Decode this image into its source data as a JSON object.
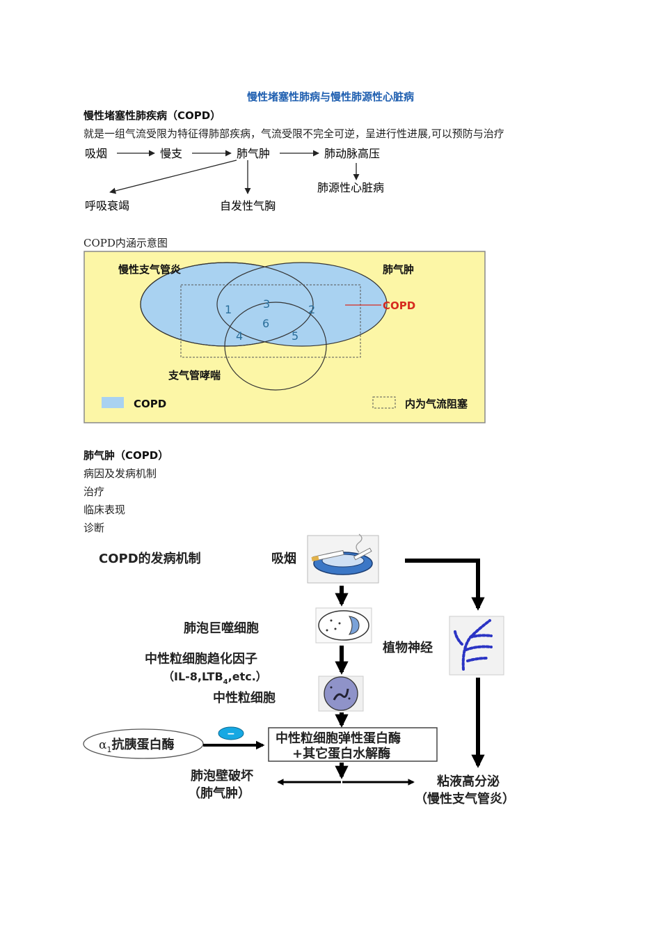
{
  "doc": {
    "title": "慢性堵塞性肺病与慢性肺源性心脏病",
    "section1_heading": "慢性堵塞性肺疾病（COPD）",
    "section1_text": "就是一组气流受限为特征得肺部疾病，气流受限不完全可逆，呈进行性进展,可以预防与治疗",
    "venn_caption": "COPD内涵示意图",
    "section2_heading": "肺气肿（COPD）",
    "list": [
      "病因及发病机制",
      "治疗",
      "临床表现",
      "诊断"
    ]
  },
  "flow": {
    "smoking": "吸烟",
    "chronic_bronchitis": "慢支",
    "emphysema": "肺气肿",
    "pulm_hypertension": "肺动脉高压",
    "cor_pulmonale": "肺源性心脏病",
    "resp_failure": "呼吸衰竭",
    "pneumothorax": "自发性气胸"
  },
  "venn": {
    "label_bronchitis": "慢性支气管炎",
    "label_emphysema": "肺气肿",
    "label_asthma": "支气管哮喘",
    "label_copd": "COPD",
    "numbers": [
      "1",
      "2",
      "3",
      "4",
      "5",
      "6"
    ],
    "legend_copd": "COPD",
    "legend_dashed": "内为气流阻塞",
    "colors": {
      "background": "#fcf6a6",
      "circle_fill": "#a9d2f1",
      "copd_red": "#d62b1f"
    }
  },
  "mech": {
    "title": "COPD的发病机制",
    "smoking": "吸烟",
    "macrophage": "肺泡巨噬细胞",
    "chemotactic": "中性粒细胞趋化因子",
    "chemotactic_sub_a": "（IL-8,LTB",
    "chemotactic_sub_b": "4",
    "chemotactic_sub_c": ",etc.）",
    "neutrophil": "中性粒细胞",
    "autonomic": "植物神经",
    "alpha_a": "α",
    "alpha_b": "1",
    "alpha_c": "抗胰蛋白酶",
    "minus": "−",
    "elastase_line1": "中性粒细胞弹性蛋白酶",
    "elastase_line2": "+其它蛋白水解酶",
    "alveolar_destruction": "肺泡壁破坏",
    "alveolar_destruction_sub": "（肺气肿）",
    "mucus": "粘液高分泌",
    "mucus_sub": "（慢性支气管炎）"
  }
}
